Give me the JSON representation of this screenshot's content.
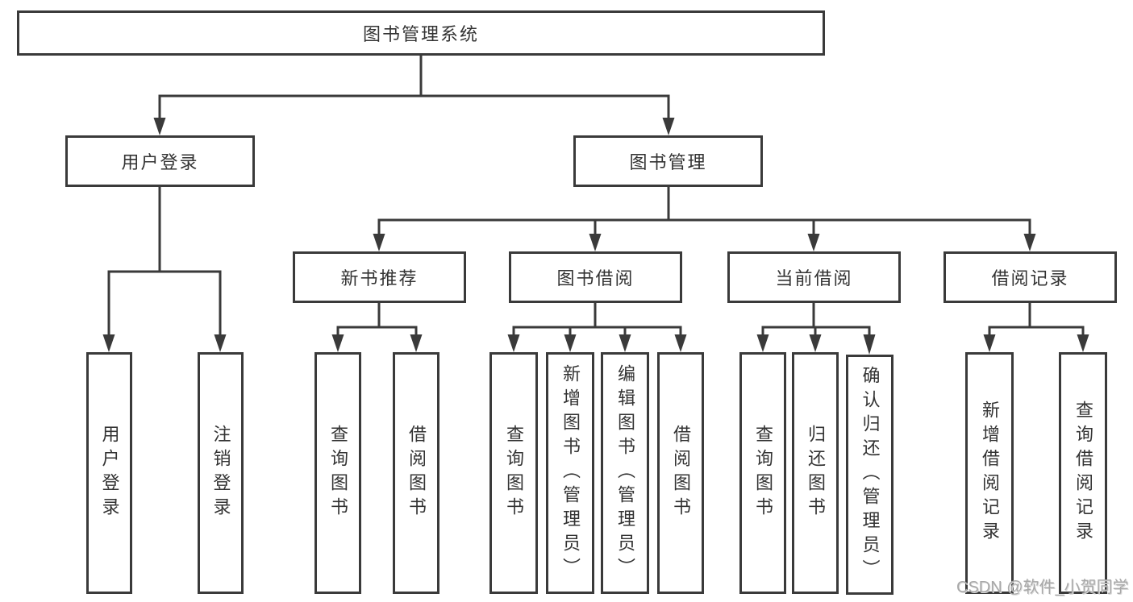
{
  "diagram": {
    "root": {
      "label": "图书管理系统"
    },
    "branches": [
      {
        "label": "用户登录",
        "children": [
          {
            "label": "用户登录"
          },
          {
            "label": "注销登录"
          }
        ]
      },
      {
        "label": "图书管理",
        "children": [
          {
            "label": "新书推荐",
            "children": [
              {
                "label": "查询图书"
              },
              {
                "label": "借阅图书"
              }
            ]
          },
          {
            "label": "图书借阅",
            "children": [
              {
                "label": "查询图书"
              },
              {
                "label": "新增图书（管理员）"
              },
              {
                "label": "编辑图书（管理员）"
              },
              {
                "label": "借阅图书"
              }
            ]
          },
          {
            "label": "当前借阅",
            "children": [
              {
                "label": "查询图书"
              },
              {
                "label": "归还图书"
              },
              {
                "label": "确认归还（管理员）"
              }
            ]
          },
          {
            "label": "借阅记录",
            "children": [
              {
                "label": "新增借阅记录"
              },
              {
                "label": "查询借阅记录"
              }
            ]
          }
        ]
      }
    ]
  },
  "watermark": {
    "text": "CSDN @软件_小贺同学"
  },
  "colors": {
    "line": "#3a3a3a",
    "box_border": "#3a3a3a",
    "text": "#333333",
    "background": "#ffffff",
    "watermark": "#a9a9a9"
  }
}
